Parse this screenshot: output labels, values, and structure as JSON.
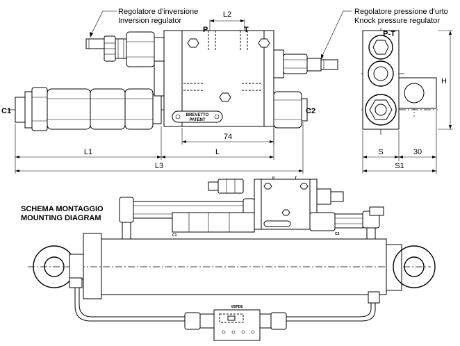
{
  "callouts": {
    "inversion_it": "Regolatore d'inversione",
    "inversion_en": "Inversion regulator",
    "pressure_it": "Regolatore pressione d'urto",
    "pressure_en": "Knock pressure regulator"
  },
  "ports": {
    "p": "P",
    "t": "T",
    "pt": "P-T",
    "c1": "C1",
    "c2": "C2"
  },
  "dimensions": {
    "l2": "L2",
    "l1": "L1",
    "l": "L",
    "l3": "L3",
    "d74": "74",
    "h": "H",
    "s": "S",
    "d30": "30",
    "s1": "S1"
  },
  "plate": {
    "line1": "BREVETTO",
    "line2": "PATENT"
  },
  "mounting": {
    "title_it": "SCHEMA MONTAGGIO",
    "title_en": "MOUNTING DIAGRAM",
    "c1": "C1",
    "c2": "C2",
    "p": "P",
    "t": "T",
    "vbpde": "VBPDE"
  }
}
